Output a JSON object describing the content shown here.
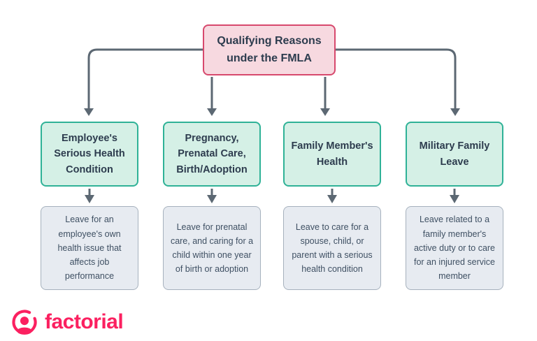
{
  "diagram": {
    "root": {
      "title": "Qualifying Reasons under the FMLA"
    },
    "branches": [
      {
        "label": "Employee's Serious Health Condition",
        "description": "Leave for an employee's own health issue that affects job performance"
      },
      {
        "label": "Pregnancy, Prenatal Care, Birth/Adoption",
        "description": "Leave for prenatal care, and caring for a child within one year of birth or adoption"
      },
      {
        "label": "Family Member's Health",
        "description": "Leave to care for a spouse, child, or parent with a serious health condition"
      },
      {
        "label": "Military Family Leave",
        "description": "Leave related to a family member's active duty or to care for an injured service member"
      }
    ]
  },
  "branding": {
    "logo_text": "factorial",
    "logo_icon": "person-in-circle-icon"
  },
  "colors": {
    "pink-fill": "#f7d9e0",
    "pink-border": "#d7496d",
    "green-fill": "#d5f0e6",
    "green-border": "#2fb297",
    "gray-fill": "#e7ebf1",
    "gray-border": "#a6b1bd",
    "text-dark": "#2d3c4e",
    "text-body": "#3f5063",
    "connector": "#5c6873",
    "brand": "#fb2060"
  }
}
